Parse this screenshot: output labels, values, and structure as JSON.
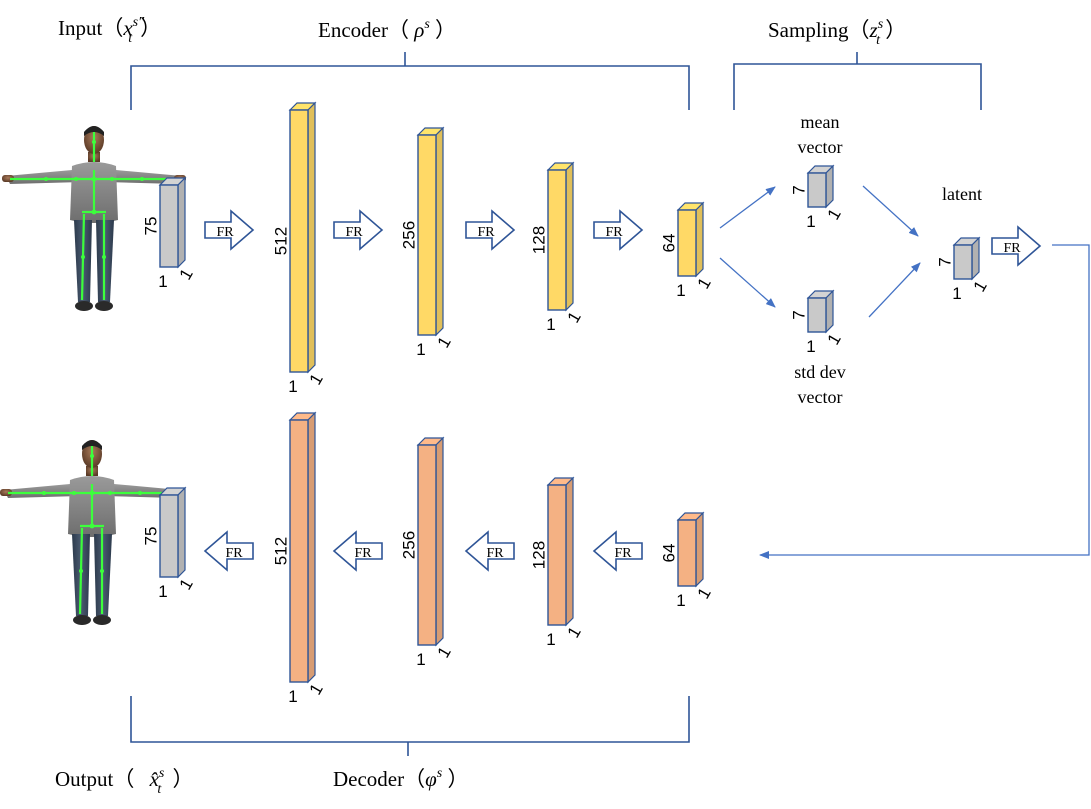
{
  "labels": {
    "input": "Input（",
    "input_math": "x",
    "input_sup": "s′′",
    "input_sub": "t",
    "input_close": "）",
    "encoder": "Encoder（ ",
    "encoder_math": "ρ",
    "encoder_sup": "s",
    "encoder_close": " ）",
    "sampling": "Sampling（",
    "sampling_math": "z",
    "sampling_sup": "s",
    "sampling_sub": "t",
    "sampling_close": " ）",
    "output": "Output（ ",
    "output_math": "x̂",
    "output_sup": "s",
    "output_sub": "t",
    "output_close": " ）",
    "decoder": "Decoder（",
    "decoder_math": "φ",
    "decoder_sup": "s",
    "decoder_close": " ）",
    "mean_line1": "mean",
    "mean_line2": "vector",
    "std_line1": "std dev",
    "std_line2": "vector",
    "latent": "latent"
  },
  "arrow_label": "FR",
  "one": "1",
  "encoder_dims": [
    "75",
    "512",
    "256",
    "128",
    "64"
  ],
  "sampling_dims": {
    "mean": "7",
    "std": "7",
    "latent": "7"
  },
  "decoder_dims": [
    "75",
    "512",
    "256",
    "128",
    "64"
  ],
  "colors": {
    "encoder_fill": "#FFD966",
    "decoder_fill": "#F4B183",
    "vector_fill": "#C9C9C9",
    "outline": "#2F5597",
    "connector": "#4472C4",
    "bracket": "#2F5597"
  }
}
